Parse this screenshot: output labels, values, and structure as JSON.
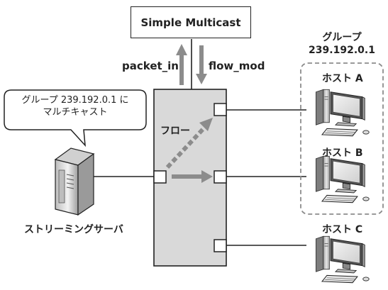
{
  "controller": {
    "label": "Simple Multicast"
  },
  "messages": {
    "packet_in": "packet_in",
    "flow_mod": "flow_mod"
  },
  "callout": {
    "line1": "グループ 239.192.0.1 に",
    "line2": "マルチキャスト"
  },
  "group": {
    "title": "グループ",
    "address": "239.192.0.1"
  },
  "switch": {
    "flow_label": "フロー"
  },
  "server": {
    "label": "ストリーミングサーバ",
    "icon": "server-icon"
  },
  "hosts": [
    {
      "label": "ホスト A",
      "icon": "computer-icon"
    },
    {
      "label": "ホスト B",
      "icon": "computer-icon"
    },
    {
      "label": "ホスト C",
      "icon": "computer-icon"
    }
  ],
  "colors": {
    "switch_fill": "#d9d9d9",
    "arrow_gray": "#8c8c8c",
    "group_border": "#8c8c8c",
    "line": "#222222"
  }
}
